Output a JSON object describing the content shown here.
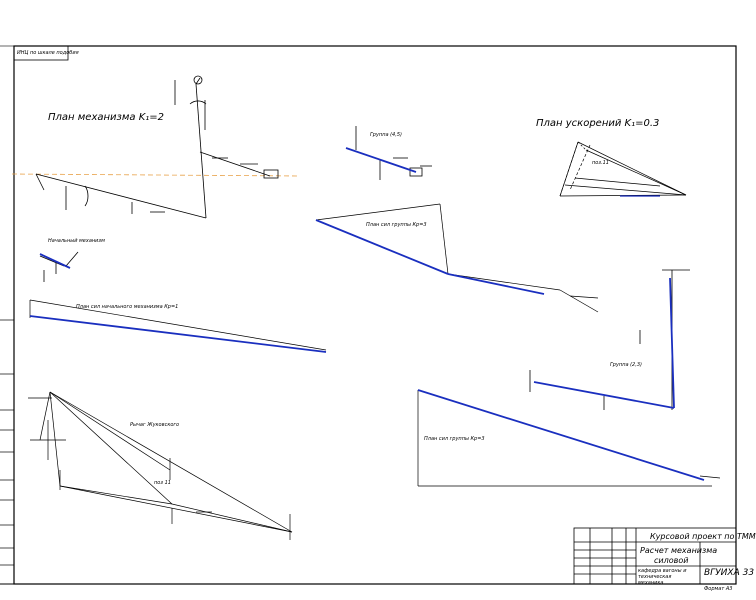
{
  "corner_tag": "ИНЦ по шкале подобия",
  "labels": {
    "mech_plan": "План механизма  K₁=2",
    "accel_plan": "План ускорений  K₁=0.3",
    "group_45": "Группа (4,5)",
    "group_23": "Группа (2,3)",
    "force_plan_45": "План сил группы Кр=3",
    "force_plan_23": "План сил группы Кр=3",
    "force_plan_initial": "План сил начального механизма Кр=1",
    "initial_mech": "Начальный механизм",
    "zhukovsky": "Рычаг Жуковского",
    "pos11_accel": "поз.11",
    "pos11_lever": "поз 11"
  },
  "stamp": {
    "project": "Курсовой проект по ТММ",
    "title_line1": "Расчет механизма",
    "title_line2": "силовой",
    "code": "ВГУИХА 33",
    "org": "кафедра вагоны и техническая механика",
    "sheet_label": "Формат  А3"
  },
  "colors": {
    "line": "#000000",
    "blue": "#1a2fbf",
    "axis": "#e8a24a"
  }
}
